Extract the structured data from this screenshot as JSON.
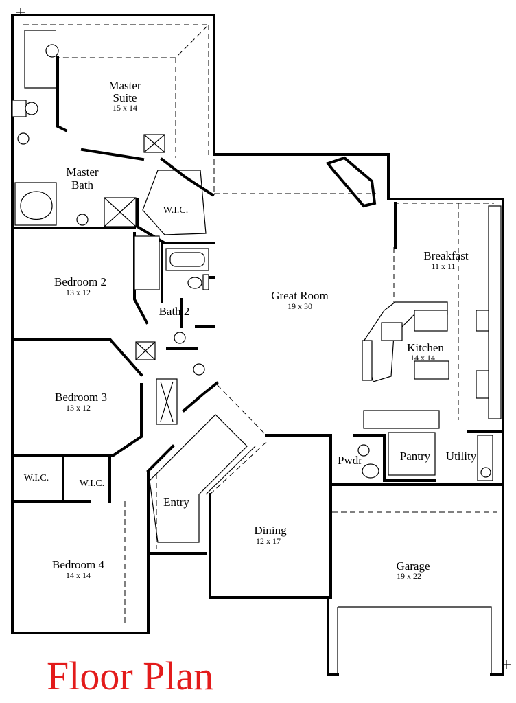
{
  "title": "Floor Plan",
  "colors": {
    "title": "#e31b1b",
    "walls": "#000000",
    "background": "#ffffff"
  },
  "rooms": {
    "master_suite": {
      "name_line1": "Master",
      "name_line2": "Suite",
      "dims": "15 x 14"
    },
    "master_bath": {
      "name_line1": "Master",
      "name_line2": "Bath"
    },
    "wic_master": {
      "name": "W.I.C."
    },
    "bedroom2": {
      "name": "Bedroom 2",
      "dims": "13 x 12"
    },
    "bath2": {
      "name": "Bath 2"
    },
    "bedroom3": {
      "name": "Bedroom 3",
      "dims": "13 x 12"
    },
    "wic_left": {
      "name": "W.I.C."
    },
    "wic_right": {
      "name": "W.I.C."
    },
    "bedroom4": {
      "name": "Bedroom 4",
      "dims": "14 x 14"
    },
    "great_room": {
      "name": "Great Room",
      "dims": "19 x 30"
    },
    "breakfast": {
      "name": "Breakfast",
      "dims": "11 x 11"
    },
    "kitchen": {
      "name": "Kitchen",
      "dims": "14 x 14"
    },
    "entry": {
      "name": "Entry"
    },
    "dining": {
      "name": "Dining",
      "dims": "12 x 17"
    },
    "powder": {
      "name": "Pwdr"
    },
    "pantry": {
      "name": "Pantry"
    },
    "utility": {
      "name": "Utility"
    },
    "garage": {
      "name": "Garage",
      "dims": "19 x 22"
    }
  }
}
